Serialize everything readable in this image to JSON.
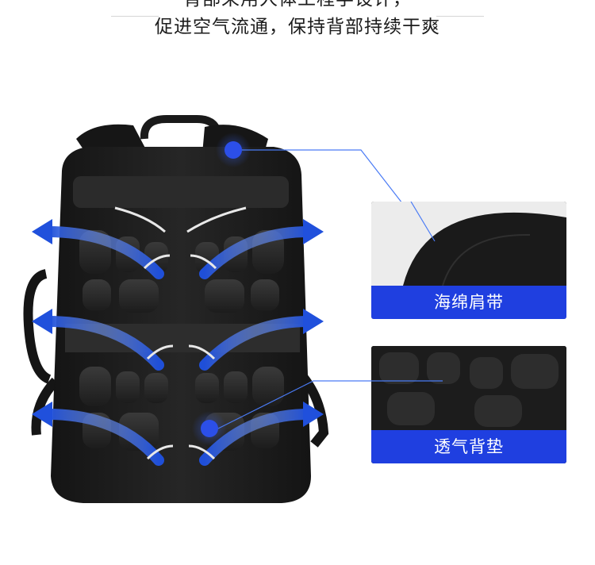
{
  "headline": {
    "line1": "背部采用人体工程学设计，",
    "line2": "促进空气流通，保持背部持续干爽"
  },
  "callouts": [
    {
      "label": "海绵肩带",
      "icon": "shoulder-strap-detail"
    },
    {
      "label": "透气背垫",
      "icon": "back-panel-detail"
    }
  ],
  "colors": {
    "accent_blue": "#1f3fe0",
    "marker_blue": "#2c4fe8",
    "backpack": "#1c1c1c",
    "text": "#1c1c1c"
  }
}
